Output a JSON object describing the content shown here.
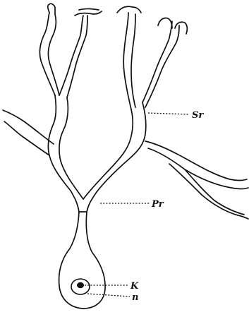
{
  "figure": {
    "labels": {
      "secondary_branch": "Sr",
      "primary_branch": "Pr",
      "nucleolus": "K",
      "nucleus": "n"
    }
  }
}
